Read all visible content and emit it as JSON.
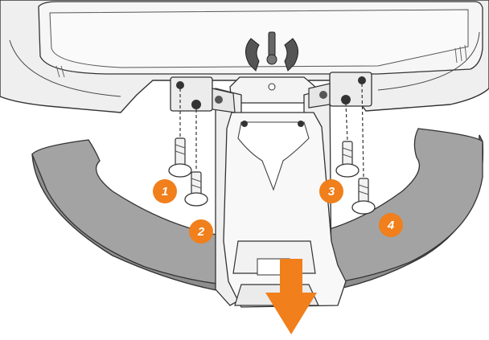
{
  "callouts": [
    {
      "id": "1",
      "label": "1"
    },
    {
      "id": "2",
      "label": "2"
    },
    {
      "id": "3",
      "label": "3"
    },
    {
      "id": "4",
      "label": "4"
    }
  ],
  "colors": {
    "callout": "#f07f1c",
    "arrow": "#f07f1c",
    "base_fill": "#a3a3a3",
    "base_shadow": "#8e8e8e",
    "monitor_fill": "#efefef",
    "line": "#333333"
  },
  "icons": {
    "remove_arrow": "arrow-down-icon",
    "stand_logo": "stand-emblem-icon"
  }
}
